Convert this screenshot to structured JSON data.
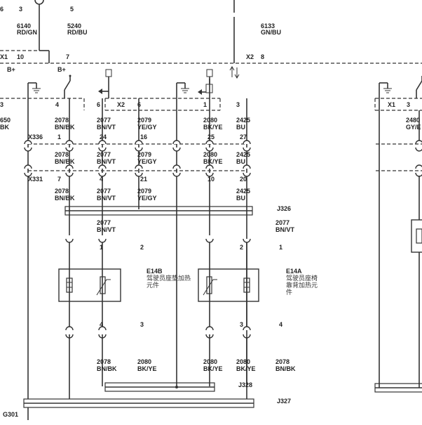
{
  "top": {
    "pins": [
      "6",
      "3",
      "5"
    ],
    "circuits": [
      {
        "num": "6140",
        "color": "RD/GN"
      },
      {
        "num": "5240",
        "color": "RD/BU"
      },
      {
        "num": "6133",
        "color": "GN/BU"
      }
    ],
    "x1_label": "X1",
    "x1_pin": "10",
    "x1_pin2": "7",
    "x2_label": "X2",
    "x2_pin": "8",
    "bplus": [
      "B+",
      "B+"
    ]
  },
  "conn_row": {
    "left_pin": "3",
    "pin4": "4",
    "pin6": "6",
    "x2": "X2",
    "x2pin": "6",
    "pin1": "1",
    "pin3": "3",
    "x1": "X1",
    "x1pin": "3"
  },
  "row1": {
    "left_num": "650",
    "left_col": "BK",
    "c1": {
      "num": "2078",
      "color": "BN/BK"
    },
    "c2": {
      "num": "2077",
      "color": "BN/VT"
    },
    "c3": {
      "num": "2079",
      "color": "YE/GY"
    },
    "c4": {
      "num": "2080",
      "color": "BK/YE"
    },
    "c5": {
      "num": "2425",
      "color": "BU"
    },
    "right_num": "2480",
    "right_col": "GY/E"
  },
  "x336": {
    "label": "X336",
    "pins": [
      "1",
      "24",
      "16",
      "25",
      "27"
    ]
  },
  "row2": {
    "c1": {
      "num": "2078",
      "color": "BN/BK"
    },
    "c2": {
      "num": "2077",
      "color": "BN/VT"
    },
    "c3": {
      "num": "2079",
      "color": "YE/GY"
    },
    "c4": {
      "num": "2080",
      "color": "BK/YE"
    },
    "c5": {
      "num": "2425",
      "color": "BU"
    }
  },
  "x331": {
    "label": "X331",
    "pins": [
      "7",
      "4",
      "21",
      "10",
      "20"
    ]
  },
  "row3": {
    "c1": {
      "num": "2078",
      "color": "BN/BK"
    },
    "c2": {
      "num": "2077",
      "color": "BN/VT"
    },
    "c3": {
      "num": "2079",
      "color": "YE/GY"
    },
    "c5": {
      "num": "2425",
      "color": "BU"
    }
  },
  "j326": {
    "label": "J326"
  },
  "row4": {
    "c2": {
      "num": "2077",
      "color": "BN/VT"
    },
    "c6": {
      "num": "2077",
      "color": "BN/VT"
    }
  },
  "e14b": {
    "id": "E14B",
    "desc1": "驾驶员座垫加热",
    "desc2": "元件",
    "pin_top": [
      "1",
      "2"
    ],
    "pin_bot": [
      "4",
      "3"
    ]
  },
  "e14a": {
    "id": "E14A",
    "desc1": "驾驶员座椅",
    "desc2": "靠背加热元",
    "desc3": "件",
    "pin_top": [
      "2",
      "1"
    ],
    "pin_bot": [
      "3",
      "4"
    ]
  },
  "row5": {
    "c1": {
      "num": "2078",
      "color": "BN/BK"
    },
    "c2": {
      "num": "2080",
      "color": "BK/YE"
    },
    "c3": {
      "num": "2080",
      "color": "BK/YE"
    },
    "c4": {
      "num": "2080",
      "color": "BK/YE"
    },
    "c5": {
      "num": "2078",
      "color": "BN/BK"
    }
  },
  "j328": {
    "label": "J328"
  },
  "j327": {
    "label": "J327"
  },
  "g301": {
    "label": "G301"
  }
}
